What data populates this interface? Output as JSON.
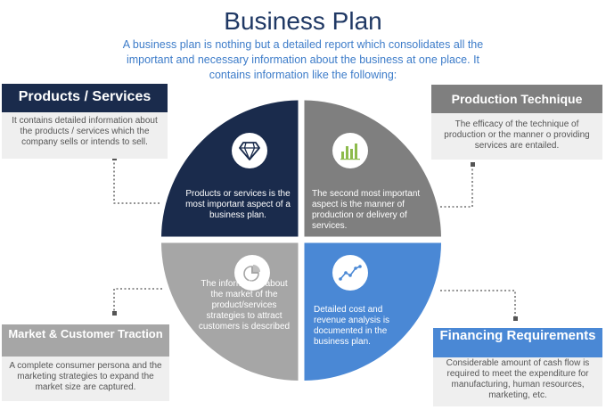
{
  "header": {
    "title": "Business Plan",
    "subtitle": "A business plan is nothing but a detailed report which consolidates all the important and necessary information about the business at one place. It contains information like the following:"
  },
  "sections": {
    "products": {
      "heading": "Products / Services",
      "description": "It contains detailed information about the products / services which the company sells  or intends to sell.",
      "quadrant_text": "Products or services is the most important aspect of a business plan.",
      "icon": "diamond-icon"
    },
    "production": {
      "heading": "Production Technique",
      "description": "The efficacy of the technique of production or the manner o providing services are entailed.",
      "quadrant_text": "The second most important aspect is the manner of production or delivery of services.",
      "icon": "bar-chart-icon"
    },
    "market": {
      "heading": "Market & Customer Traction",
      "description": "A complete consumer persona and the marketing strategies to expand the market size are captured.",
      "quadrant_text": "The information about the market of the product/services strategies to attract customers is described",
      "icon": "pie-chart-icon"
    },
    "financing": {
      "heading": "Financing Requirements",
      "description": "Considerable amount of cash flow is required to meet the expenditure for manufacturing, human resources, marketing, etc.",
      "quadrant_text": "Detailed cost and revenue analysis is documented in the business plan.",
      "icon": "line-chart-icon"
    }
  },
  "colors": {
    "navy": "#1a2b4c",
    "dark_gray": "#7f7f7f",
    "light_gray": "#a6a6a6",
    "blue": "#4a88d5",
    "title": "#1f3864",
    "subtitle": "#3d7cc9"
  }
}
